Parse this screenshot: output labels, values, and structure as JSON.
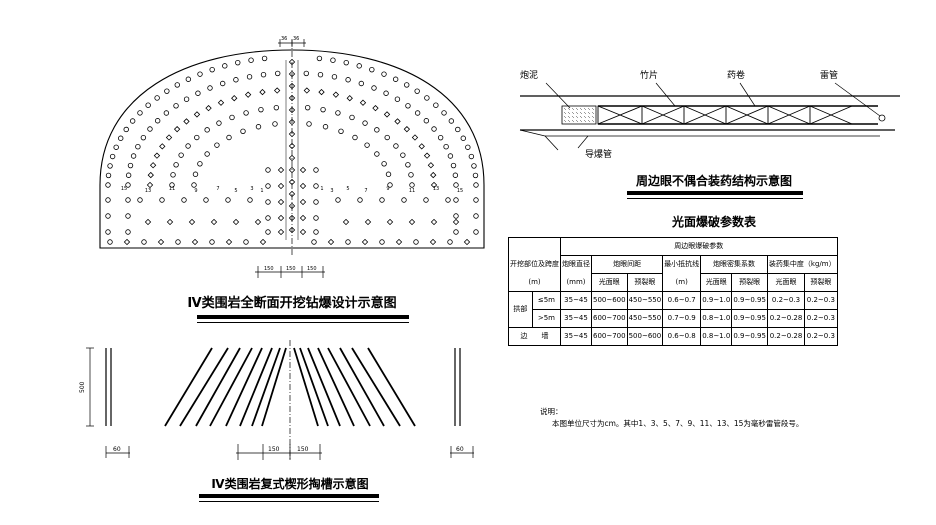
{
  "tunnel": {
    "title": "Ⅳ类围岩全断面开挖钻爆设计示意图",
    "top_dims": [
      "36",
      "36"
    ],
    "bottom_dims": [
      "150",
      "150",
      "150"
    ],
    "hole_numbers_left": [
      "15",
      "13",
      "11",
      "9",
      "7",
      "5",
      "3",
      "1"
    ],
    "hole_numbers_right": [
      "1",
      "3",
      "5",
      "7",
      "9",
      "11",
      "13",
      "15"
    ]
  },
  "cut": {
    "title": "Ⅳ类围岩复式楔形掏槽示意图",
    "height_dim": "500",
    "width_dims": [
      "60",
      "150",
      "150",
      "60"
    ]
  },
  "charge": {
    "title": "周边眼不偶合装药结构示意图",
    "labels": {
      "stemming": "炮泥",
      "bamboo": "竹片",
      "cartridge": "药卷",
      "detonator": "雷管",
      "detcord": "导爆管"
    }
  },
  "table": {
    "title": "光面爆破参数表",
    "header_group": "周边眼爆破参数",
    "col_section": "开挖部位及跨度",
    "col_section_unit": "(m)",
    "col_diameter": "炮眼直径",
    "col_diameter_unit": "(mm)",
    "col_spacing": "炮眼间距",
    "col_spacing_a": "光面眼",
    "col_spacing_b": "预裂眼",
    "col_burden": "最小抵抗线",
    "col_burden_unit": "(m)",
    "col_density": "炮眼密集系数",
    "col_density_a": "光面眼",
    "col_density_b": "预裂眼",
    "col_charge": "装药集中度（kg/m）",
    "col_charge_a": "光面眼",
    "col_charge_b": "预裂眼",
    "rows": [
      {
        "group": "拱部",
        "span": "≤5m",
        "diameter": "35~45",
        "sp_a": "500~600",
        "sp_b": "450~550",
        "burden": "0.6~0.7",
        "den_a": "0.9~1.0",
        "den_b": "0.9~0.95",
        "ch_a": "0.2~0.3",
        "ch_b": "0.2~0.3"
      },
      {
        "group": "拱部",
        "span": ">5m",
        "diameter": "35~45",
        "sp_a": "600~700",
        "sp_b": "450~550",
        "burden": "0.7~0.9",
        "den_a": "0.8~1.0",
        "den_b": "0.9~0.95",
        "ch_a": "0.2~0.28",
        "ch_b": "0.2~0.3"
      },
      {
        "group": "边　　墙",
        "span": "",
        "diameter": "35~45",
        "sp_a": "600~700",
        "sp_b": "500~600",
        "burden": "0.6~0.8",
        "den_a": "0.8~1.0",
        "den_b": "0.9~0.95",
        "ch_a": "0.2~0.28",
        "ch_b": "0.2~0.3"
      }
    ]
  },
  "note": {
    "title": "说明：",
    "text": "本图单位尺寸为cm。其中1、3、5、7、9、11、13、15为毫秒雷管段号。"
  }
}
